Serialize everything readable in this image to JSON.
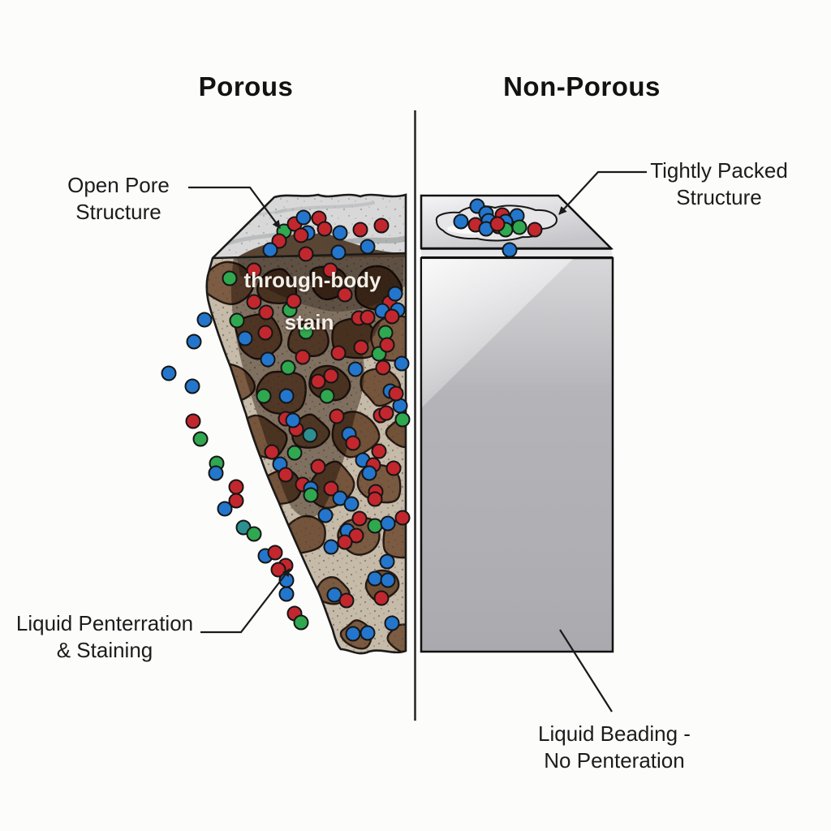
{
  "titles": {
    "porous": "Porous",
    "nonporous": "Non-Porous"
  },
  "labels": {
    "open_pore": {
      "line1": "Open Pore",
      "line2": "Structure"
    },
    "tightly_packed": {
      "line1": "Tightly Packed",
      "line2": "Structure"
    },
    "through_body": {
      "line1": "through-body",
      "line2": "stain"
    },
    "liquid_penetration": {
      "line1": "Liquid Penterration",
      "line2": "& Staining"
    },
    "liquid_beading": {
      "line1": "Liquid Beading -",
      "line2": "No Penteration"
    }
  },
  "palette": {
    "red": "#c2272d",
    "blue": "#2376cc",
    "green": "#2fa84f",
    "teal": "#2d8f8f",
    "dot_outline": "#151515",
    "rock_matrix": "#c6baa9",
    "rock_cell": "#76563c",
    "rock_stain": "#4a3322",
    "rock_top": "#d7d8d7",
    "block_face": "#b2b2b6",
    "ink": "#1a1a1a"
  },
  "dot_radius": 8.5,
  "dots": {
    "porous": [
      [
        350,
        285,
        "g"
      ],
      [
        344,
        297,
        "r"
      ],
      [
        363,
        276,
        "r"
      ],
      [
        374,
        268,
        "b"
      ],
      [
        393,
        269,
        "r"
      ],
      [
        379,
        287,
        "b"
      ],
      [
        371,
        290,
        "r"
      ],
      [
        400,
        282,
        "r"
      ],
      [
        419,
        287,
        "b"
      ],
      [
        444,
        283,
        "r"
      ],
      [
        453,
        304,
        "b"
      ],
      [
        333,
        308,
        "b"
      ],
      [
        377,
        313,
        "r"
      ],
      [
        417,
        311,
        "b"
      ],
      [
        470,
        278,
        "r"
      ],
      [
        283,
        343,
        "g"
      ],
      [
        313,
        333,
        "r"
      ],
      [
        407,
        333,
        "r"
      ],
      [
        313,
        372,
        "r"
      ],
      [
        328,
        385,
        "r"
      ],
      [
        357,
        382,
        "g"
      ],
      [
        362,
        371,
        "r"
      ],
      [
        425,
        363,
        "r"
      ],
      [
        480,
        373,
        "r"
      ],
      [
        471,
        383,
        "b"
      ],
      [
        490,
        382,
        "b"
      ],
      [
        442,
        392,
        "r"
      ],
      [
        453,
        391,
        "r"
      ],
      [
        292,
        395,
        "g"
      ],
      [
        327,
        410,
        "r"
      ],
      [
        302,
        417,
        "b"
      ],
      [
        377,
        409,
        "g"
      ],
      [
        487,
        362,
        "b"
      ],
      [
        330,
        443,
        "b"
      ],
      [
        355,
        453,
        "g"
      ],
      [
        438,
        455,
        "b"
      ],
      [
        373,
        440,
        "r"
      ],
      [
        417,
        435,
        "r"
      ],
      [
        445,
        428,
        "r"
      ],
      [
        467,
        436,
        "g"
      ],
      [
        472,
        453,
        "r"
      ],
      [
        408,
        463,
        "r"
      ],
      [
        392,
        470,
        "r"
      ],
      [
        325,
        488,
        "g"
      ],
      [
        353,
        488,
        "b"
      ],
      [
        403,
        488,
        "g"
      ],
      [
        415,
        513,
        "r"
      ],
      [
        481,
        482,
        "b"
      ],
      [
        493,
        500,
        "b"
      ],
      [
        469,
        512,
        "r"
      ],
      [
        483,
        390,
        "r"
      ],
      [
        475,
        410,
        "g"
      ],
      [
        477,
        425,
        "r"
      ],
      [
        495,
        448,
        "b"
      ],
      [
        488,
        485,
        "r"
      ],
      [
        476,
        509,
        "r"
      ],
      [
        496,
        517,
        "g"
      ],
      [
        382,
        536,
        "t"
      ],
      [
        430,
        535,
        "b"
      ],
      [
        435,
        546,
        "r"
      ],
      [
        365,
        529,
        "r"
      ],
      [
        352,
        516,
        "r"
      ],
      [
        361,
        518,
        "b"
      ],
      [
        335,
        557,
        "r"
      ],
      [
        363,
        558,
        "g"
      ],
      [
        345,
        572,
        "b"
      ],
      [
        352,
        585,
        "r"
      ],
      [
        373,
        597,
        "r"
      ],
      [
        383,
        602,
        "b"
      ],
      [
        408,
        602,
        "r"
      ],
      [
        447,
        567,
        "b"
      ],
      [
        460,
        573,
        "r"
      ],
      [
        467,
        556,
        "r"
      ],
      [
        455,
        583,
        "b"
      ],
      [
        392,
        575,
        "r"
      ],
      [
        383,
        610,
        "g"
      ],
      [
        463,
        606,
        "r"
      ],
      [
        462,
        615,
        "r"
      ],
      [
        419,
        614,
        "b"
      ],
      [
        433,
        621,
        "b"
      ],
      [
        401,
        635,
        "b"
      ],
      [
        443,
        639,
        "r"
      ],
      [
        462,
        648,
        "g"
      ],
      [
        428,
        654,
        "b"
      ],
      [
        439,
        660,
        "r"
      ],
      [
        425,
        668,
        "r"
      ],
      [
        408,
        674,
        "b"
      ],
      [
        485,
        577,
        "r"
      ],
      [
        496,
        638,
        "r"
      ],
      [
        478,
        645,
        "b"
      ],
      [
        477,
        692,
        "b"
      ],
      [
        462,
        713,
        "b"
      ],
      [
        478,
        715,
        "b"
      ],
      [
        470,
        737,
        "r"
      ],
      [
        412,
        733,
        "b"
      ],
      [
        427,
        740,
        "r"
      ],
      [
        483,
        768,
        "b"
      ],
      [
        435,
        781,
        "b"
      ],
      [
        453,
        780,
        "b"
      ],
      [
        252,
        394,
        "b"
      ],
      [
        239,
        421,
        "b"
      ],
      [
        208,
        460,
        "b"
      ],
      [
        237,
        476,
        "b"
      ],
      [
        238,
        519,
        "r"
      ],
      [
        247,
        541,
        "g"
      ],
      [
        267,
        571,
        "g"
      ],
      [
        266,
        583,
        "b"
      ],
      [
        291,
        600,
        "r"
      ],
      [
        291,
        617,
        "r"
      ],
      [
        277,
        627,
        "b"
      ],
      [
        300,
        650,
        "t"
      ],
      [
        313,
        658,
        "g"
      ],
      [
        327,
        685,
        "b"
      ],
      [
        339,
        681,
        "r"
      ],
      [
        352,
        697,
        "r"
      ],
      [
        343,
        702,
        "r"
      ],
      [
        353,
        715,
        "b"
      ],
      [
        353,
        732,
        "b"
      ],
      [
        363,
        756,
        "r"
      ],
      [
        371,
        767,
        "g"
      ]
    ],
    "nonporous": [
      [
        588,
        254,
        "b"
      ],
      [
        568,
        273,
        "b"
      ],
      [
        599,
        263,
        "b"
      ],
      [
        619,
        265,
        "r"
      ],
      [
        637,
        266,
        "b"
      ],
      [
        586,
        277,
        "r"
      ],
      [
        602,
        272,
        "b"
      ],
      [
        614,
        279,
        "r"
      ],
      [
        623,
        273,
        "b"
      ],
      [
        599,
        282,
        "b"
      ],
      [
        623,
        283,
        "g"
      ],
      [
        640,
        280,
        "g"
      ],
      [
        659,
        283,
        "r"
      ],
      [
        613,
        276,
        "r"
      ],
      [
        628,
        308,
        "b"
      ]
    ]
  }
}
